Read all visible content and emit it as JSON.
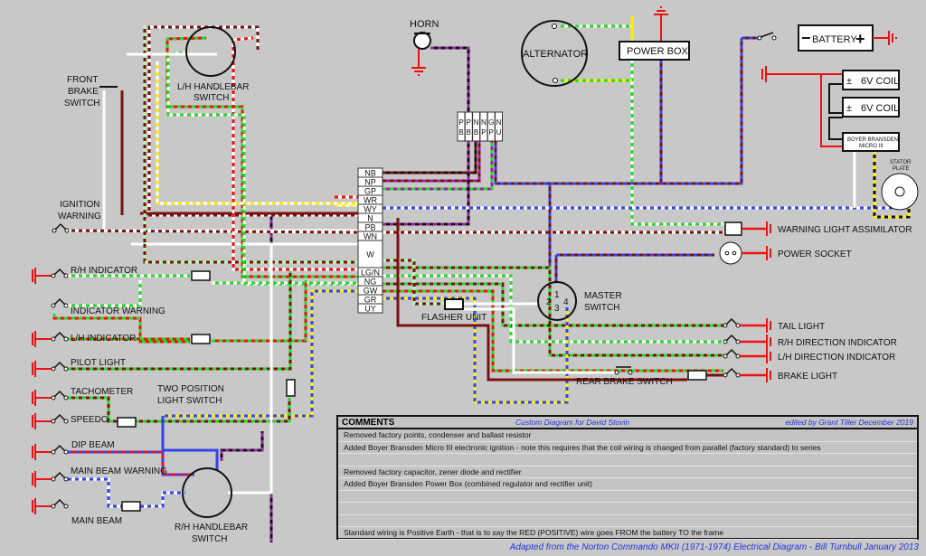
{
  "diagram": {
    "title": "Norton Commando MKII wiring diagram (custom)",
    "components": {
      "horn": "HORN",
      "alternator": "ALTERNATOR",
      "power_box": "POWER BOX",
      "battery": "BATTERY",
      "battery_minus": "−",
      "battery_plus": "+",
      "coil_1": "6V COIL",
      "coil_2": "6V COIL",
      "coil_pm": "±",
      "boyer_line1": "BOYER BRANSDEN",
      "boyer_line2": "MICRO III",
      "stator_line1": "STATOR",
      "stator_line2": "PLATE",
      "front_brake_line1": "FRONT",
      "front_brake_line2": "BRAKE",
      "front_brake_line3": "SWITCH",
      "lh_switch_line1": "L/H HANDLEBAR",
      "lh_switch_line2": "SWITCH",
      "rh_switch_line1": "R/H HANDLEBAR",
      "rh_switch_line2": "SWITCH",
      "ignition_line1": "IGNITION",
      "ignition_line2": "WARNING",
      "two_pos_line1": "TWO POSITION",
      "two_pos_line2": "LIGHT SWITCH",
      "master_line1": "MASTER",
      "master_line2": "SWITCH",
      "master_pins": [
        "1",
        "2",
        "3",
        "4"
      ],
      "flasher": "FLASHER UNIT",
      "rear_brake": "REAR BRAKE SWITCH"
    },
    "left_lamps": [
      "R/H INDICATOR",
      "INDICATOR WARNING",
      "L/H INDICATOR",
      "PILOT LIGHT",
      "TACHOMETER",
      "SPEEDO",
      "DIP BEAM",
      "MAIN BEAM WARNING",
      "MAIN BEAM"
    ],
    "right_items": [
      "WARNING LIGHT ASSIMILATOR",
      "POWER SOCKET",
      "TAIL LIGHT",
      "R/H DIRECTION INDICATOR",
      "L/H DIRECTION INDICATOR",
      "BRAKE LIGHT"
    ],
    "connector_block": [
      "NB",
      "NP",
      "GP",
      "WR",
      "WY",
      "N",
      "PB",
      "WN",
      "W",
      "LG/N",
      "NG",
      "GW",
      "GR",
      "UY"
    ],
    "top_connector": [
      [
        "P",
        "B"
      ],
      [
        "P",
        "B"
      ],
      [
        "N",
        "B"
      ],
      [
        "N",
        "P"
      ],
      [
        "G",
        "P"
      ],
      [
        "N",
        "U"
      ]
    ]
  },
  "comments": {
    "title": "COMMENTS",
    "custom": "Custom Diagram for David Stovin",
    "edited": "edited by Grant Tiller December 2019",
    "rows": [
      "Removed factory points, condenser and ballast resistor",
      "Added Boyer Bransden Micro III electronic ignition - note this requires that the coil wiring is changed from parallel (factory standard) to series",
      "",
      "Removed factory capacitor, zener diode and rectifier",
      "Added Boyer Bransden Power Box (combined regulator and rectifier unit)",
      "",
      "",
      "",
      "Standard wiring is Positive Earth - that is to say the RED (POSITIVE) wire goes FROM the battery TO the frame"
    ]
  },
  "footer": "Adapted from the Norton Commando MKII (1971-1974) Electrical Diagram - Bill Turnbull January 2013",
  "colors": {
    "background": "#c8c8c8",
    "red": "#ee1111",
    "brown": "#7a1010",
    "green": "#22dd22",
    "blue": "#3344ee",
    "yellow": "#ffee00",
    "purple": "#9922aa",
    "white": "#ffffff",
    "black": "#111111",
    "light_green": "#aaffaa",
    "link_blue": "#2233dd"
  }
}
